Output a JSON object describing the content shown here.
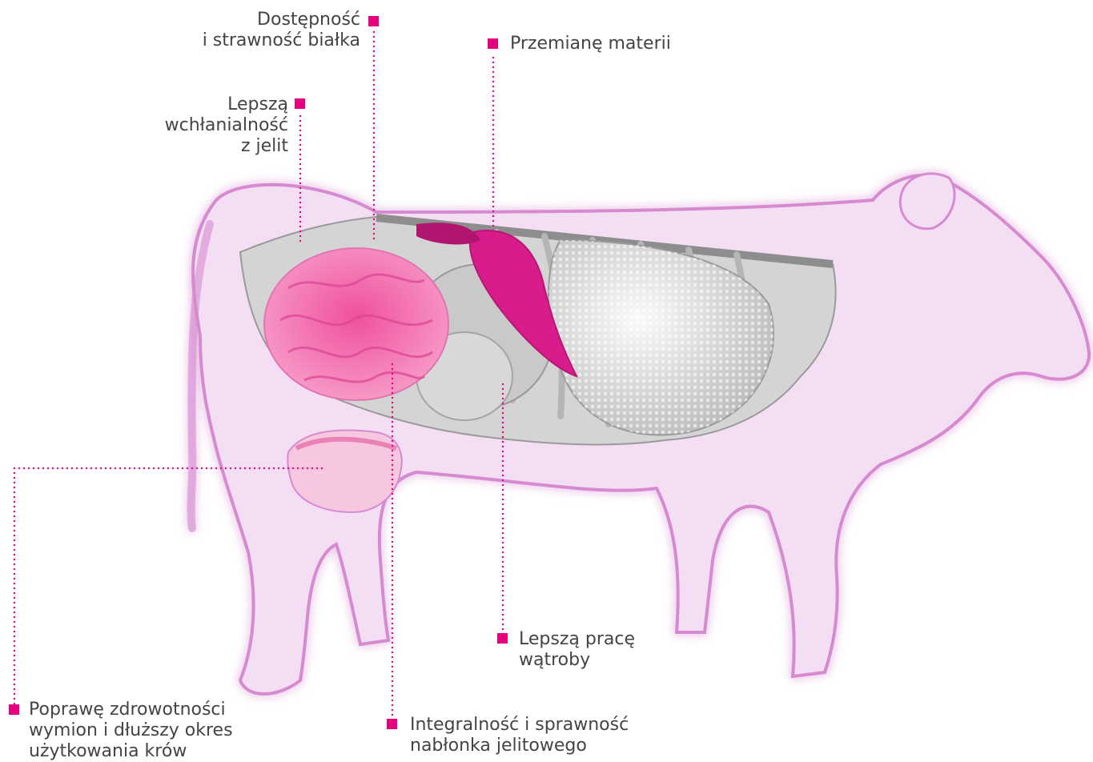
{
  "labels": {
    "protein": [
      "Dostępność",
      "i strawność białka"
    ],
    "metabolism": [
      "Przemianę materii"
    ],
    "absorption": [
      "Lepszą",
      "wchłanialność",
      "z jelit"
    ],
    "liver": [
      "Lepszą pracę",
      "wątroby"
    ],
    "udder": [
      "Poprawę zdrowotności",
      "wymion i dłuższy okres",
      "użytkowania krów"
    ],
    "epithelium": [
      "Integralność i sprawność",
      "nabłonka jelitowego"
    ]
  },
  "colors": {
    "accent": "#e6007e",
    "body": "#f3dcf1",
    "outline": "#d98ad0",
    "organs": "#e0e0e0"
  }
}
